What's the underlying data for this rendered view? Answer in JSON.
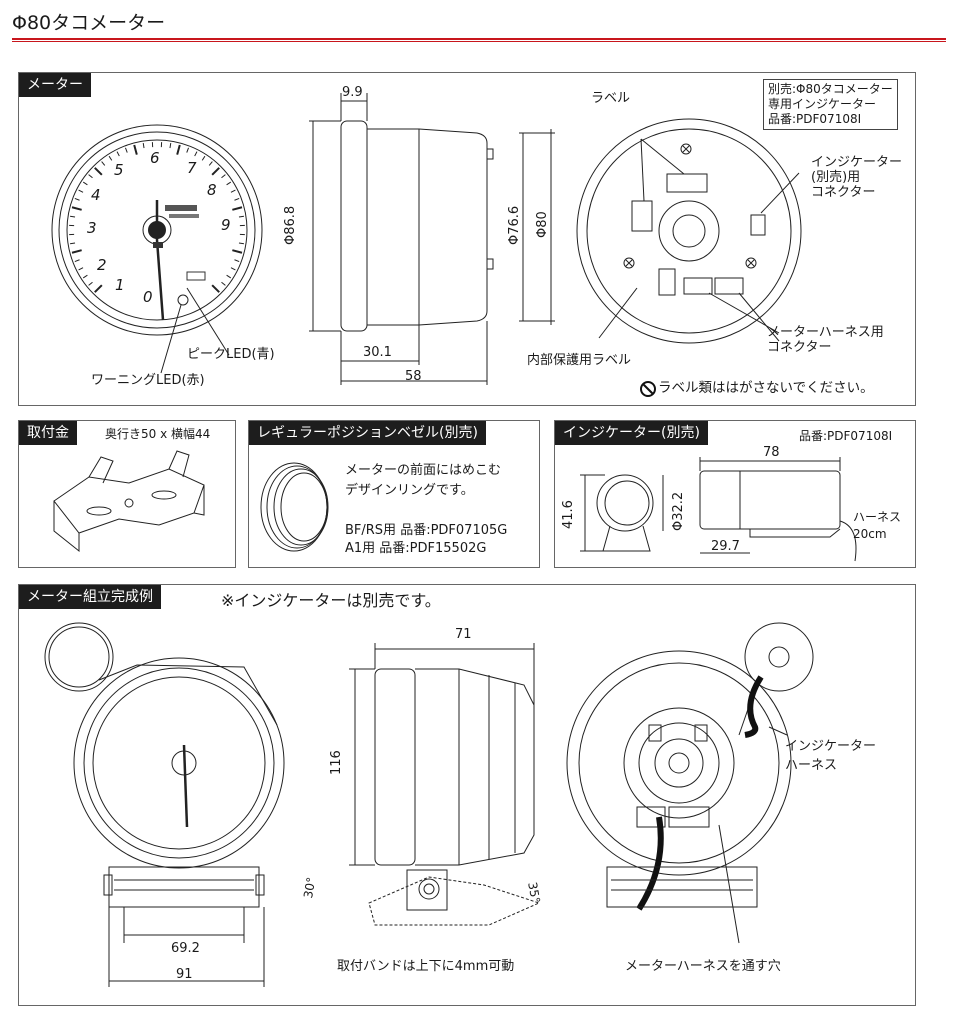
{
  "page": {
    "title": "Φ80タコメーター"
  },
  "meter": {
    "tag": "メーター",
    "dial_numbers": [
      "0",
      "1",
      "2",
      "3",
      "4",
      "5",
      "6",
      "7",
      "8",
      "9"
    ],
    "dim_depth_face": "9.9",
    "dim_diameter_bezel": "Φ86.8",
    "dim_diameter_body": "Φ76.6",
    "dim_diameter_80": "Φ80",
    "dim_30": "30.1",
    "dim_58": "58",
    "label_peak_led": "ピークLED(青)",
    "label_warning_led": "ワーニングLED(赤)",
    "label_label": "ラベル",
    "label_injector_connector": "インジケーター\n(別売)用\nコネクター",
    "label_harness_connector": "メーターハーネス用\nコネクター",
    "label_inner_label": "内部保護用ラベル",
    "notice": "ラベル類ははがさないでください。",
    "sold_separately_note": "別売:Φ80タコメーター\n専用インジケーター\n品番:PDF07108I"
  },
  "bracket": {
    "tag": "取付金",
    "size": "奥行き50 x 横幅44"
  },
  "bezel": {
    "tag": "レギュラーポジションベゼル(別売)",
    "desc": "メーターの前面にはめこむ\nデザインリングです。",
    "bf_rs": "BF/RS用 品番:PDF07105G",
    "a1": "A1用 品番:PDF15502G"
  },
  "indicator": {
    "tag": "インジケーター(別売)",
    "part_no": "品番:PDF07108I",
    "dim_78": "78",
    "dim_41_6": "41.6",
    "dim_32_2": "Φ32.2",
    "dim_29_7": "29.7",
    "harness": "ハーネス\n20cm"
  },
  "assembly": {
    "tag": "メーター組立完成例",
    "note": "※インジケーターは別売です。",
    "dim_71": "71",
    "dim_116": "116",
    "angle_30": "30°",
    "angle_35": "35°",
    "dim_69_2": "69.2",
    "dim_91": "91",
    "band_note": "取付バンドは上下に4mm可動",
    "hole_note": "メーターハーネスを通す穴",
    "injector_harness": "インジケーター\nハーネス"
  },
  "colors": {
    "accent": "#c8161d",
    "tag_bg": "#1d1d1d"
  }
}
